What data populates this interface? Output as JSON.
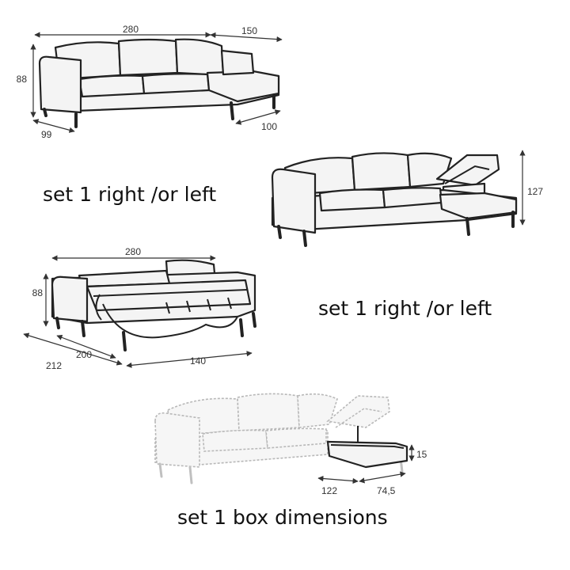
{
  "diagrams": {
    "set1_sofa": {
      "dimensions": {
        "width": "280",
        "chaise_width": "150",
        "height": "88",
        "depth": "99",
        "chaise_depth": "100"
      }
    },
    "storage_open": {
      "dimensions": {
        "height": "127"
      },
      "caption": "set 1 right /or left"
    },
    "bed_open": {
      "dimensions": {
        "width": "280",
        "height": "88",
        "bed_length": "200",
        "total_length": "212",
        "bed_width": "140"
      },
      "caption": "set 1 right /or left"
    },
    "box": {
      "dimensions": {
        "box_height": "15",
        "box_length": "122",
        "box_width": "74,5"
      },
      "caption": "set 1 box dimensions"
    }
  },
  "colors": {
    "outline": "#222222",
    "ghost": "#b8b8b8",
    "text": "#111111"
  }
}
